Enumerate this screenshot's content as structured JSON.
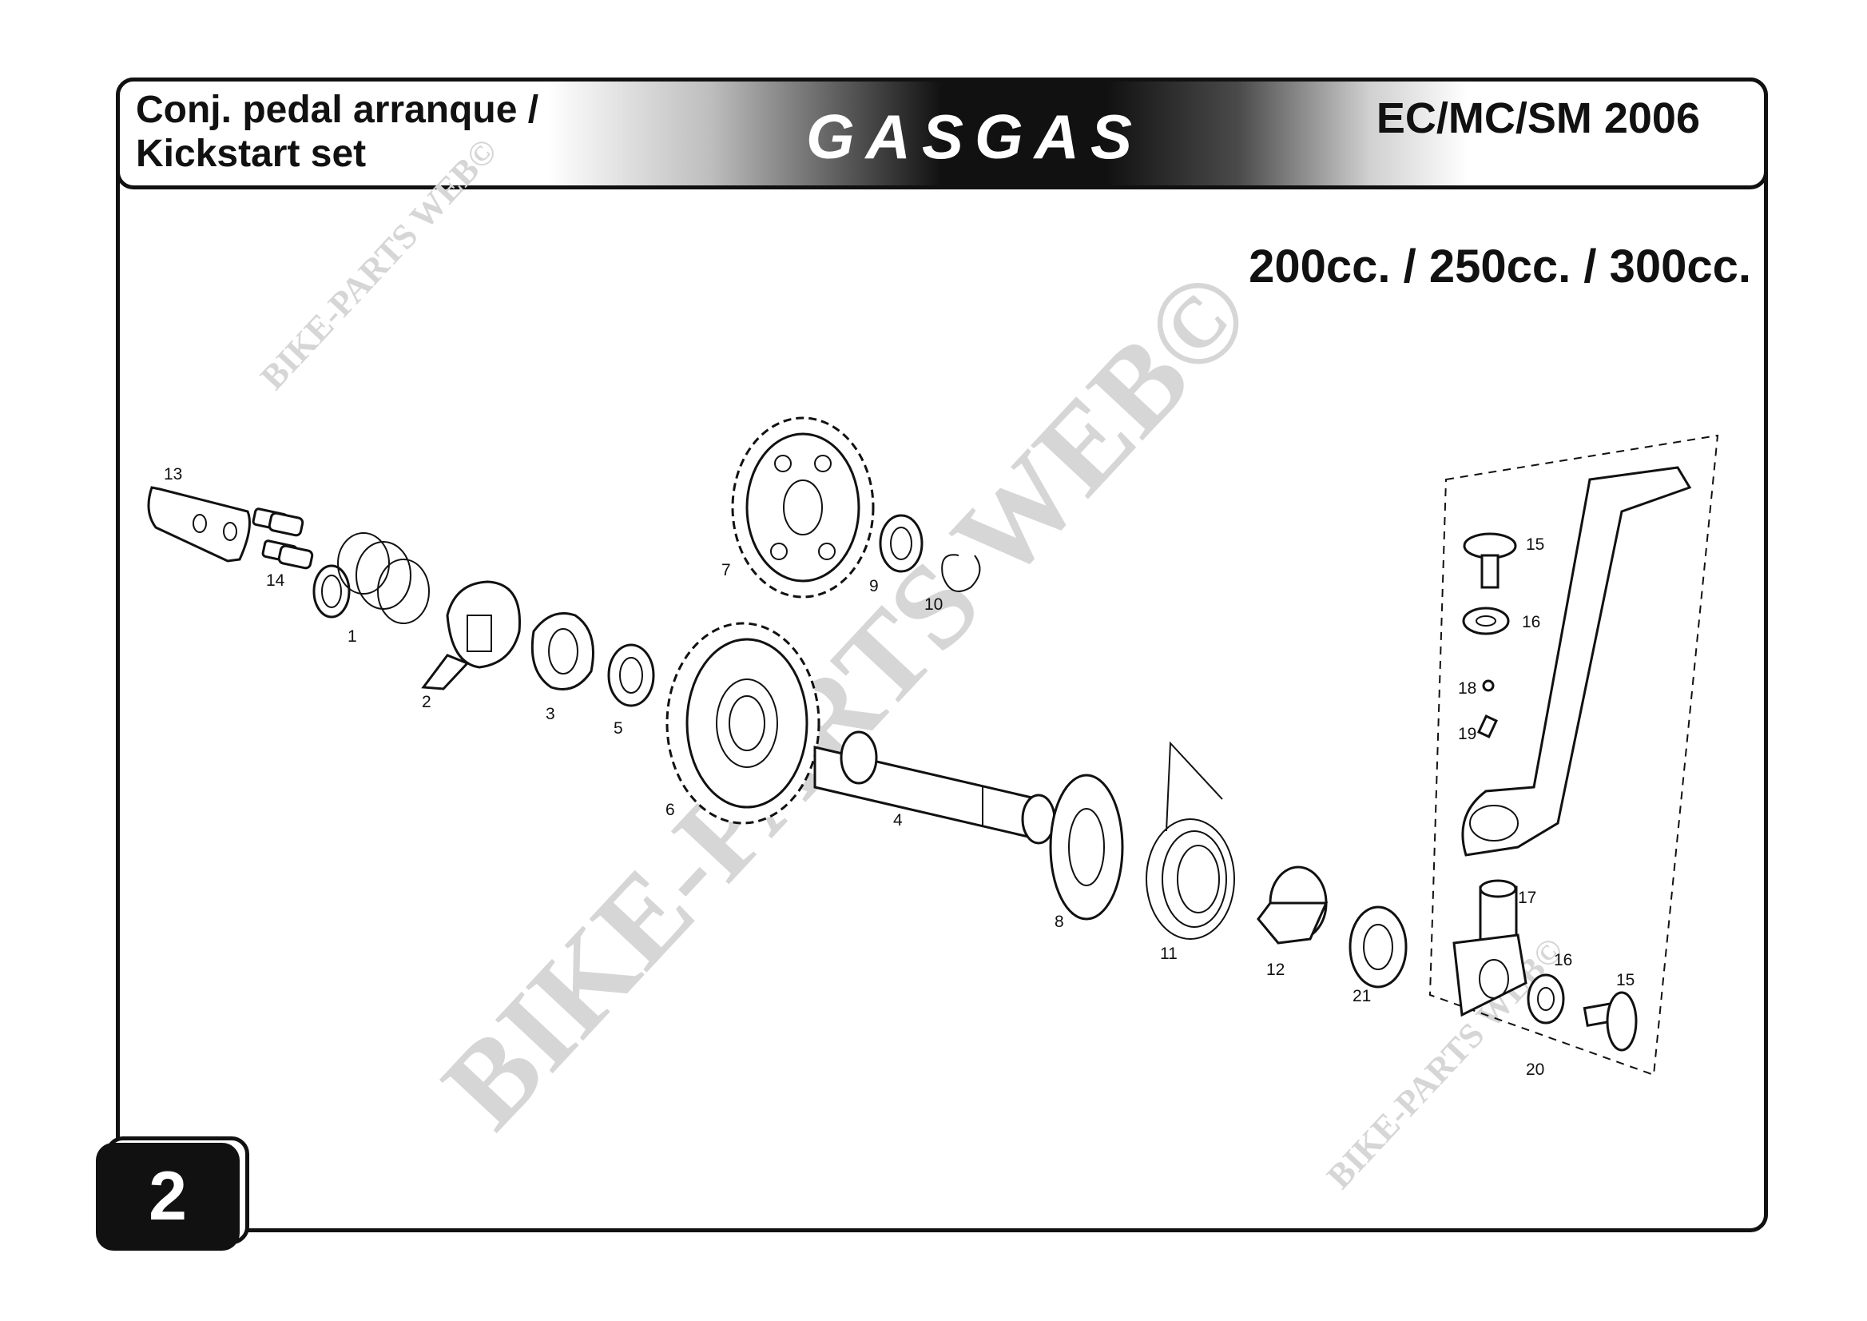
{
  "header": {
    "title_line1": "Conj. pedal arranque /",
    "title_line2": "Kickstart set",
    "brand": "GASGAS",
    "model": "EC/MC/SM 2006"
  },
  "subtitle": "200cc. / 250cc. / 300cc.",
  "page_number": "2",
  "watermarks": {
    "main": "BIKE-PARTS WEB©",
    "small_top": "BIKE-PARTS WEB©",
    "small_bottom": "BIKE-PARTS WEB©"
  },
  "part_labels": {
    "p1": "1",
    "p2": "2",
    "p3": "3",
    "p4": "4",
    "p5": "5",
    "p6": "6",
    "p7": "7",
    "p8": "8",
    "p9": "9",
    "p10": "10",
    "p11": "11",
    "p12": "12",
    "p13": "13",
    "p14": "14",
    "p15a": "15",
    "p15b": "15",
    "p16a": "16",
    "p16b": "16",
    "p17": "17",
    "p18": "18",
    "p19": "19",
    "p20": "20",
    "p21": "21"
  }
}
